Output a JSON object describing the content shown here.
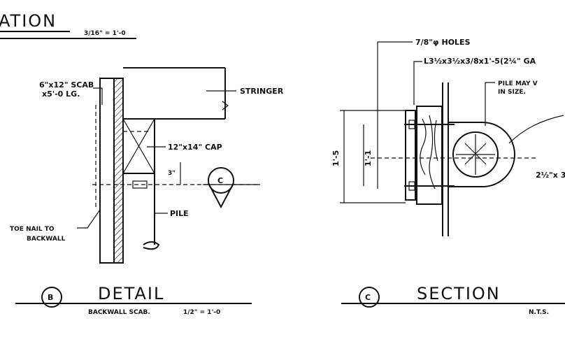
{
  "top_left": {
    "title": "ATION",
    "scale": "3/16\" = 1'-0"
  },
  "detail_b": {
    "stringer": "STRINGER",
    "scab_line1": "6\"x12\" SCAB",
    "scab_line2": "x5'-0 LG.",
    "cap": "12\"x14\" CAP",
    "dim_in": "3\"",
    "pile": "PILE",
    "toe_nail_line1": "TOE NAIL TO",
    "toe_nail_line2": "BACKWALL",
    "bubble_c": "C",
    "marker_b": "B",
    "title": "DETAIL",
    "subtitle": "BACKWALL SCAB.",
    "subtitle_scale": "1/2\" = 1'-0"
  },
  "section_c": {
    "holes": "7/8\"φ HOLES",
    "angle": "L3½x3½x3/8x1'-5(2¼\" GA",
    "pile_may_line1": "PILE MAY V",
    "pile_may_line2": "IN SIZE.",
    "dim_left": "1'-5",
    "dim_inner": "1'-1",
    "dim_right": "2½\"x 3",
    "marker_c": "C",
    "title": "SECTION",
    "subtitle": "N.T.S."
  }
}
